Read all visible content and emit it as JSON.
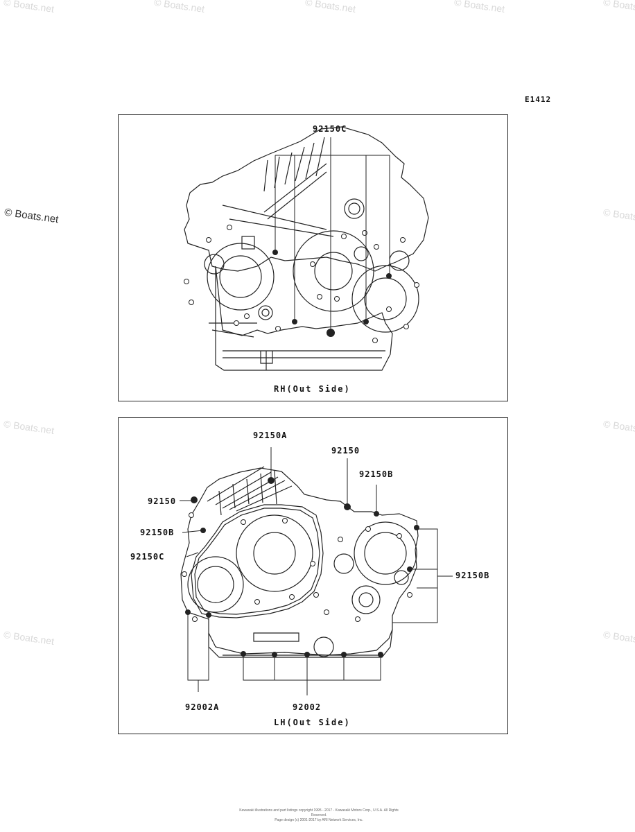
{
  "diagram_code": "E1412",
  "watermark_text": "© Boats.net",
  "panel_rh": {
    "caption": "RH(Out Side)",
    "labels": {
      "p92150C": "92150C"
    }
  },
  "panel_lh": {
    "caption": "LH(Out Side)",
    "labels": {
      "p92150A": "92150A",
      "p92150_top": "92150",
      "p92150B_top": "92150B",
      "p92150_left": "92150",
      "p92150B_left": "92150B",
      "p92150C_left": "92150C",
      "p92150B_right": "92150B",
      "p92002A": "92002A",
      "p92002": "92002"
    }
  },
  "footer": {
    "line1": "Kawasaki illustrations and part listings copyright 1995 - 2017 - Kawasaki Motors Corp., U.S.A. All Rights Reserved.",
    "line2": "Page design (c) 2001-2017 by ARI Network Services, Inc."
  }
}
